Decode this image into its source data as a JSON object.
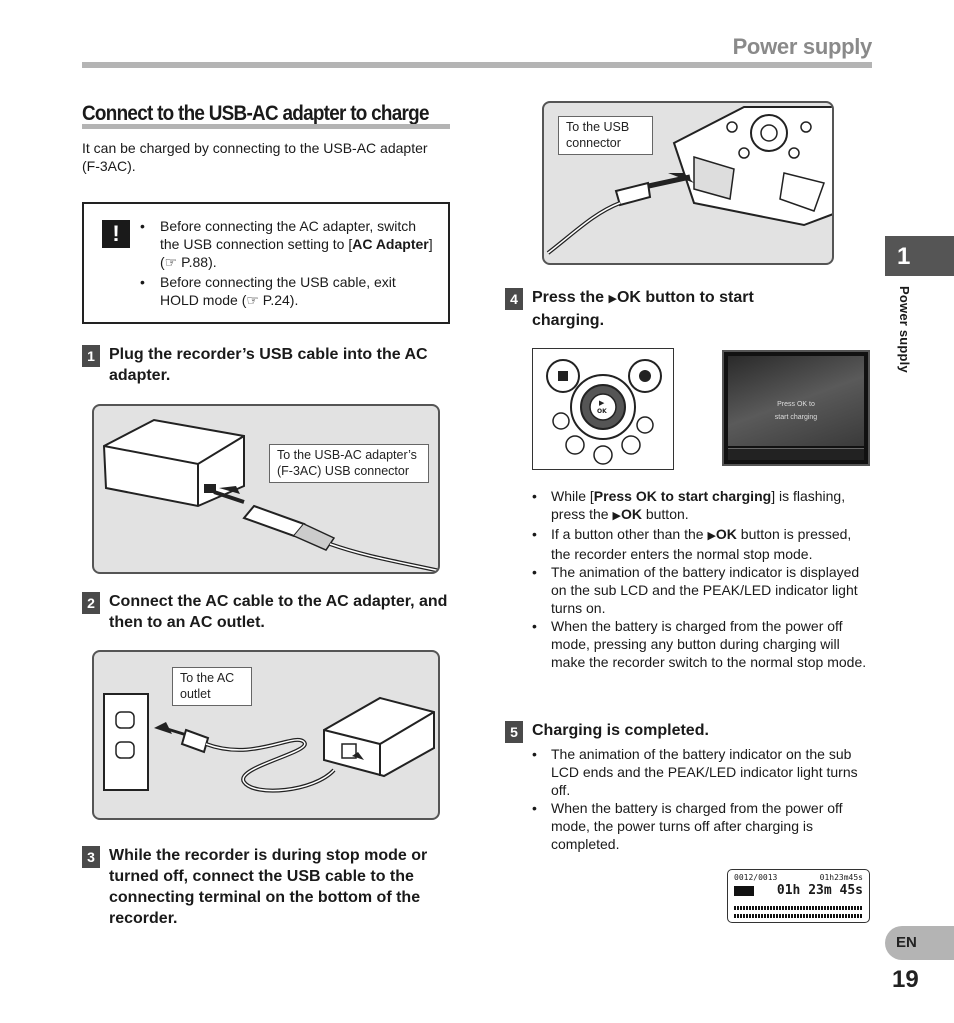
{
  "header": {
    "title": "Power supply"
  },
  "section": {
    "title": "Connect to the USB-AC adapter to charge"
  },
  "intro": "It can be charged by connecting to the USB-AC adapter (F-3AC).",
  "warning": {
    "icon_label": "!",
    "b1_pre": "Before connecting the AC adapter, switch the USB connection setting to [",
    "b1_bold": "AC Adapter",
    "b1_post": "] (☞ P.88).",
    "b2": "Before connecting the USB cable, exit HOLD mode (☞ P.24)."
  },
  "steps": [
    {
      "num": "1",
      "text": "Plug the recorder’s USB cable into the AC adapter."
    },
    {
      "num": "2",
      "text": "Connect the AC cable to the AC adapter, and then to an AC outlet."
    },
    {
      "num": "3",
      "text": "While the recorder is during stop mode or turned off, connect the USB cable to the connecting terminal on the bottom of the recorder."
    },
    {
      "num": "4",
      "text_pre": "Press the ",
      "text_bold": "OK",
      "text_post": " button to start charging."
    },
    {
      "num": "5",
      "text": "Charging is completed."
    }
  ],
  "callouts": {
    "usb_ac": "To the USB-AC adapter’s (F-3AC) USB connector",
    "ac_outlet": "To the AC outlet",
    "usb_connector": "To the USB connector"
  },
  "screen": {
    "line1": "Press OK to",
    "line2": "start charging"
  },
  "step4_bullets": {
    "b1_pre": "While [",
    "b1_bold": "Press OK to start charging",
    "b1_mid": "] is flashing, press the ",
    "b1_bold2": "OK",
    "b1_post": " button.",
    "b2_pre": "If a button other than the ",
    "b2_bold": "OK",
    "b2_post": " button is pressed, the recorder enters the normal stop mode.",
    "b3": "The animation of the battery indicator is displayed on the sub LCD and the PEAK/LED indicator light turns on.",
    "b4": "When the battery is charged from the power off mode, pressing any button during charging will make the recorder switch to the normal stop mode."
  },
  "step5_bullets": {
    "b1": "The animation of the battery indicator on the sub LCD ends and the PEAK/LED indicator light turns off.",
    "b2": "When the battery is charged from the power off mode, the power turns off after charging is completed."
  },
  "lcd": {
    "file": "0012/0013",
    "total": "01h23m45s",
    "time": "01h 23m 45s"
  },
  "sidebar": {
    "chapter": "1",
    "title": "Power supply",
    "lang": "EN",
    "page": "19"
  }
}
